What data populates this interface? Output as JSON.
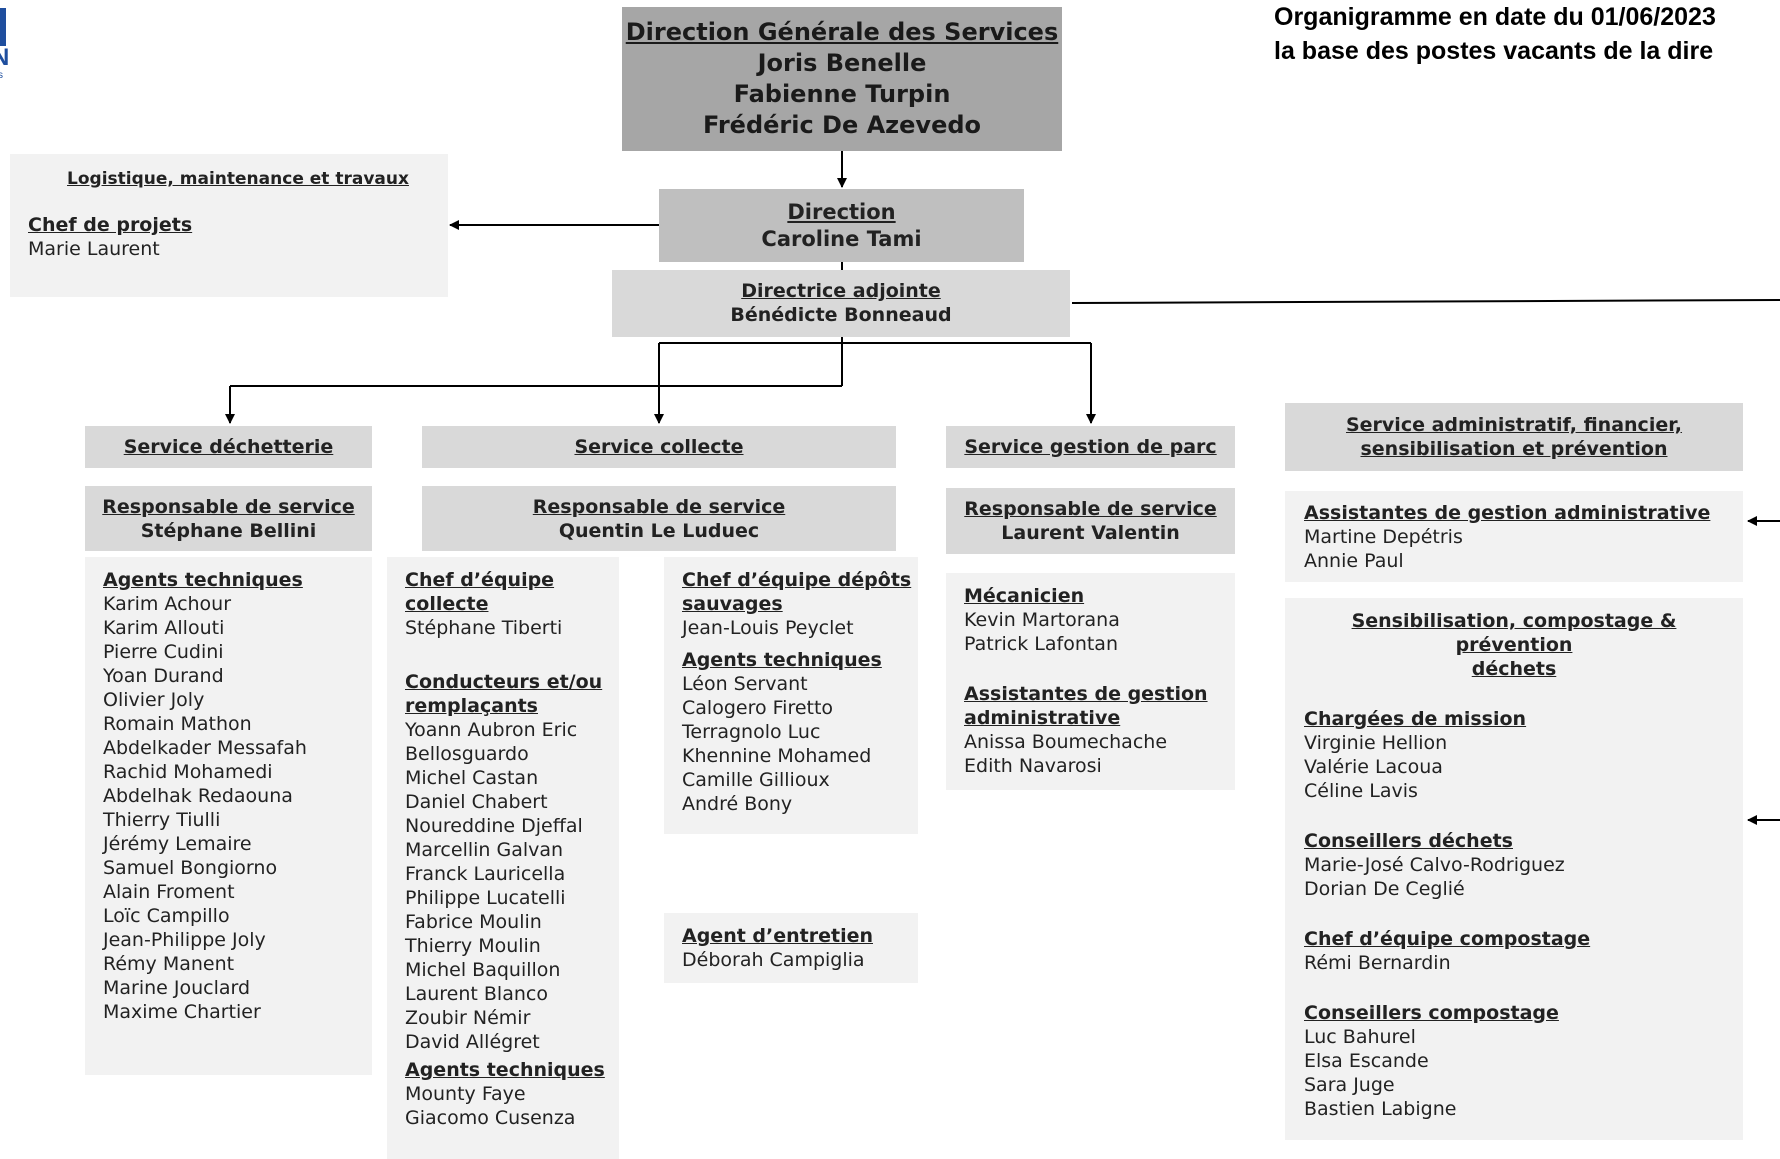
{
  "header": {
    "line1": "Organigramme en date du 01/06/2023",
    "line2": "la base des postes vacants de la dire"
  },
  "logo": {
    "letter": "N",
    "small": "s"
  },
  "dgs": {
    "title": "Direction Générale des Services",
    "names": [
      "Joris Benelle",
      "Fabienne Turpin",
      "Frédéric De Azevedo"
    ]
  },
  "logistique": {
    "title": "Logistique, maintenance et travaux",
    "role": "Chef de projets",
    "name": "Marie Laurent"
  },
  "direction": {
    "title": "Direction",
    "name": "Caroline Tami"
  },
  "adjointe": {
    "title": "Directrice adjointe",
    "name": "Bénédicte Bonneaud"
  },
  "dechetterie": {
    "title": "Service déchetterie",
    "resp_title": "Responsable de service",
    "resp_name": "Stéphane Bellini",
    "agents_title": "Agents techniques",
    "agents": [
      "Karim Achour",
      "Karim Allouti",
      "Pierre Cudini",
      "Yoan Durand",
      "Olivier Joly",
      "Romain Mathon",
      "Abdelkader Messafah",
      "Rachid Mohamedi",
      "Abdelhak Redaouna",
      "Thierry Tiulli",
      "Jérémy Lemaire",
      "Samuel Bongiorno",
      "Alain Froment",
      "Loïc Campillo",
      "Jean-Philippe Joly",
      "Rémy Manent",
      "Marine Jouclard",
      "Maxime Chartier"
    ]
  },
  "collecte": {
    "title": "Service collecte",
    "resp_title": "Responsable de service",
    "resp_name": "Quentin Le Luduec",
    "chef_title": [
      "Chef d’équipe",
      "collecte"
    ],
    "chef_name": "Stéphane Tiberti",
    "cond_title": [
      "Conducteurs et/ou",
      "remplaçants"
    ],
    "conducteurs": [
      "Yoann Aubron Eric",
      "Bellosguardo",
      "Michel Castan",
      "Daniel Chabert",
      "Noureddine Djeffal",
      "Marcellin Galvan",
      "Franck Lauricella",
      "Philippe Lucatelli",
      "Fabrice Moulin",
      "Thierry Moulin",
      "Michel Baquillon",
      "Laurent Blanco",
      "Zoubir Némir",
      "David Allégret"
    ],
    "agents_title": "Agents techniques",
    "agents": [
      "Mounty Faye",
      "Giacomo Cusenza"
    ],
    "depots_title": [
      "Chef d’équipe dépôts",
      "sauvages"
    ],
    "depots_name": "Jean-Louis Peyclet",
    "depots_agents_title": "Agents techniques",
    "depots_agents": [
      "Léon Servant",
      "Calogero Firetto",
      "Terragnolo Luc",
      "Khennine Mohamed",
      "Camille Gillioux",
      "André Bony"
    ],
    "entretien_title": "Agent d’entretien",
    "entretien_name": "Déborah Campiglia"
  },
  "parc": {
    "title": "Service gestion de parc",
    "resp_title": "Responsable de service",
    "resp_name": "Laurent Valentin",
    "meca_title": "Mécanicien",
    "meca": [
      "Kevin Martorana",
      "Patrick Lafontan"
    ],
    "assist_title": [
      "Assistantes de gestion",
      "administrative"
    ],
    "assist": [
      "Anissa Boumechache",
      "Edith Navarosi"
    ]
  },
  "admin": {
    "title": [
      "Service administratif, financier,",
      "sensibilisation et prévention"
    ],
    "assist_title": "Assistantes de gestion administrative",
    "assist": [
      "Martine Depétris",
      "Annie Paul"
    ],
    "sensi_title": [
      "Sensibilisation, compostage & prévention",
      "déchets"
    ],
    "missions_title": "Chargées de mission",
    "missions": [
      "Virginie Hellion",
      "Valérie Lacoua",
      "Céline Lavis"
    ],
    "conseillers_title": "Conseillers déchets",
    "conseillers": [
      "Marie-José Calvo-Rodriguez",
      "Dorian De Ceglié"
    ],
    "chef_compost_title": "Chef d’équipe compostage",
    "chef_compost": "Rémi Bernardin",
    "compost_title": "Conseillers compostage",
    "compost": [
      "Luc Bahurel",
      "Elsa Escande",
      "Sara Juge",
      "Bastien Labigne"
    ]
  },
  "colors": {
    "dark": "#a6a6a6",
    "mid": "#bfbfbf",
    "light": "#d9d9d9",
    "pale": "#f2f2f2",
    "logo": "#1f4e9e"
  }
}
